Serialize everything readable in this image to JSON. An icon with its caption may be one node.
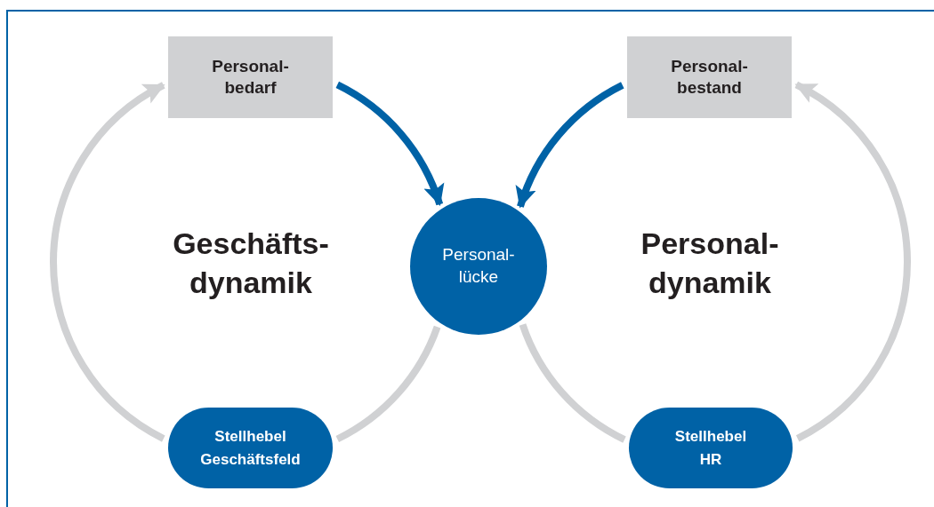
{
  "diagram": {
    "nodes": [
      {
        "text": [
          "Personal- bedarf"
        ]
      },
      {
        "text": [
          "Personal- bestand"
        ]
      },
      {
        "text": [
          "Personal- lücke"
        ]
      },
      {
        "text": [
          "Stellhebel Geschäftsfeld"
        ]
      },
      {
        "text": [
          "Stellhebel HR"
        ]
      }
    ],
    "edges": [
      {
        "from": 0,
        "to": 2,
        "arrow": "to",
        "color": "#0062a6"
      },
      {
        "from": 1,
        "to": 2,
        "arrow": "to",
        "color": "#0062a6"
      },
      {
        "from": 2,
        "to": 3,
        "arrow": "none"
      },
      {
        "from": 3,
        "to": 0,
        "arrow": "to"
      },
      {
        "from": 2,
        "to": 4,
        "arrow": "none"
      },
      {
        "from": 4,
        "to": 1,
        "arrow": "to"
      }
    ],
    "labels": [
      "Geschäfts- dynamik",
      "Personal- dynamik"
    ]
  }
}
